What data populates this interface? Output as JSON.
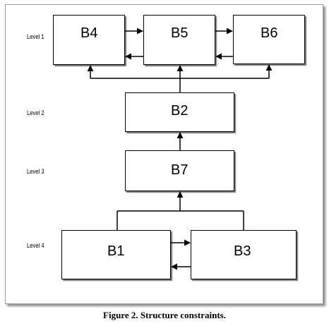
{
  "levels": [
    "Level 1",
    "Level 2",
    "Level 3",
    "Level 4"
  ],
  "blocks": {
    "b4": "B4",
    "b5": "B5",
    "b6": "B6",
    "b2": "B2",
    "b7": "B7",
    "b1": "B1",
    "b3": "B3"
  },
  "caption": "Figure 2. Structure constraints."
}
